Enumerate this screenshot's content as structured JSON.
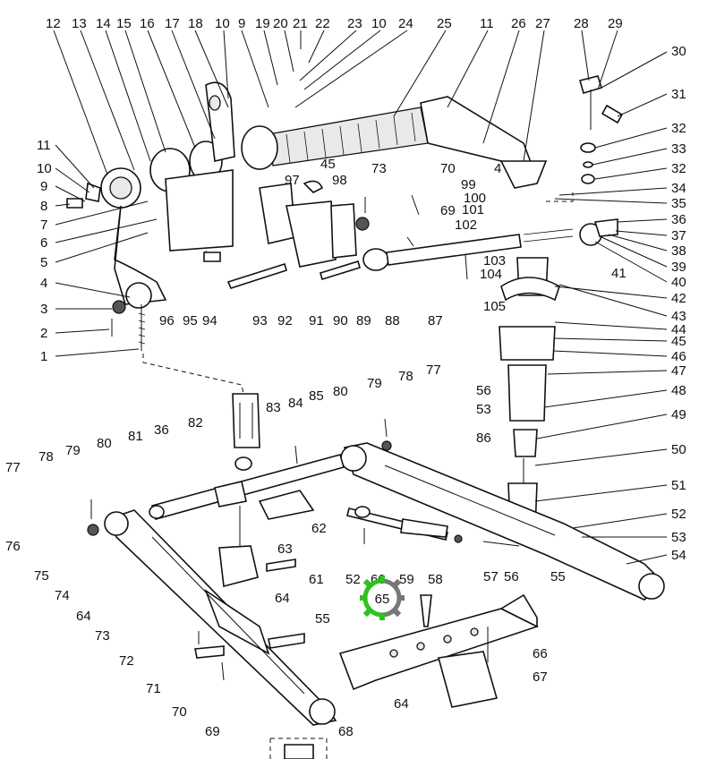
{
  "labels": {
    "top_row": [
      "12",
      "13",
      "14",
      "15",
      "16",
      "17",
      "18",
      "10",
      "9",
      "19",
      "20",
      "21",
      "22",
      "23",
      "10",
      "24",
      "25",
      "11",
      "26",
      "27",
      "28",
      "29"
    ],
    "right_column": [
      "30",
      "31",
      "32",
      "33",
      "32",
      "34",
      "35",
      "36",
      "37",
      "38",
      "39",
      "40",
      "41",
      "42",
      "43",
      "44",
      "45",
      "46",
      "47",
      "48",
      "49",
      "50",
      "51",
      "52",
      "53",
      "54"
    ],
    "left_column": [
      "11",
      "10",
      "9",
      "8",
      "7",
      "6",
      "5",
      "4",
      "3",
      "2",
      "1"
    ],
    "upper_middle": [
      "45",
      "73",
      "70",
      "97",
      "98",
      "99",
      "100",
      "101",
      "102",
      "69",
      "4",
      "103",
      "104",
      "105"
    ],
    "upper_bottom_row": [
      "96",
      "95",
      "94",
      "93",
      "92",
      "91",
      "90",
      "89",
      "88",
      "87"
    ],
    "lower_section": [
      "82",
      "83",
      "84",
      "85",
      "80",
      "79",
      "78",
      "77",
      "56",
      "53",
      "86",
      "36",
      "81",
      "80",
      "79",
      "78",
      "77",
      "76",
      "75",
      "74",
      "64",
      "73",
      "72",
      "71",
      "70",
      "69",
      "68",
      "64",
      "66",
      "67",
      "62",
      "63",
      "64",
      "55",
      "61",
      "52",
      "60",
      "59",
      "58",
      "57",
      "56",
      "55"
    ],
    "highlighted": "65"
  },
  "highlight_colors": {
    "gear": "#2ec21e",
    "gear_alt": "#777777"
  }
}
